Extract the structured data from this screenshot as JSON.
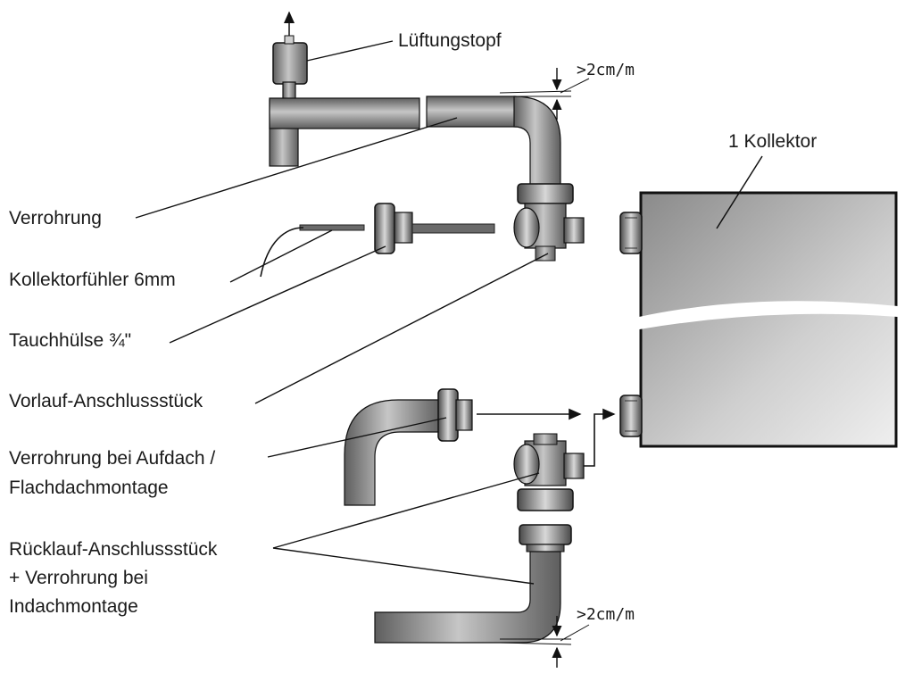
{
  "labels": {
    "lueftungstopf": "Lüftungstopf",
    "gradient_top": ">2cm/m",
    "kollektor": "1 Kollektor",
    "verrohrung": "Verrohrung",
    "kollektorfuehler": "Kollektorfühler 6mm",
    "tauchhuelse": "Tauchhülse ¾\"",
    "vorlauf": "Vorlauf-Anschlussstück",
    "aufdach_line1": "Verrohrung bei Aufdach /",
    "aufdach_line2": "Flachdachmontage",
    "ruecklauf_line1": "Rücklauf-Anschlussstück",
    "ruecklauf_line2": "+ Verrohrung bei",
    "ruecklauf_line3": "Indachmontage",
    "gradient_bottom": ">2cm/m"
  },
  "colors": {
    "pipe_dark": "#6e6e6e",
    "pipe_light": "#c9c9c9",
    "outline": "#111111"
  }
}
